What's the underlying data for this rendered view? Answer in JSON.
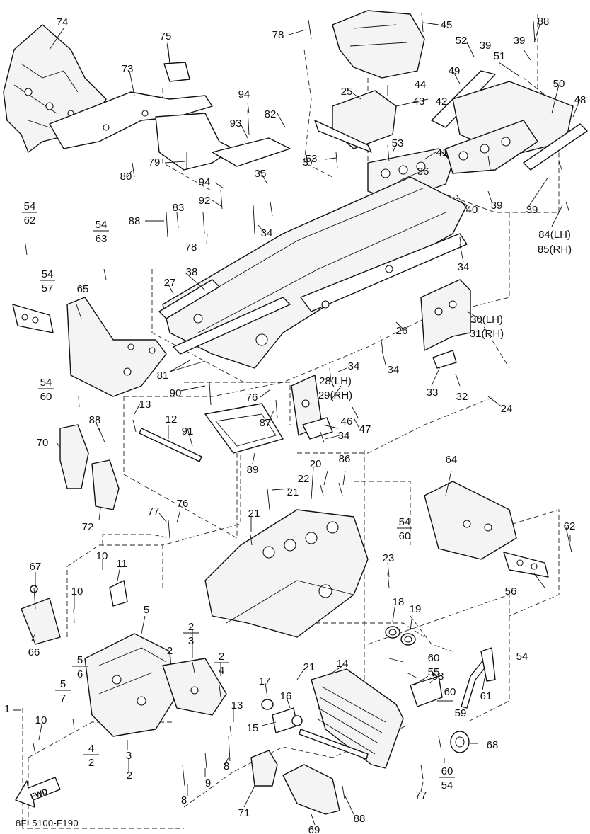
{
  "diagram_id": "8FL5100-F190",
  "fwd_label": "FWD",
  "callouts": [
    {
      "id": "c74",
      "text": "74"
    },
    {
      "id": "c75",
      "text": "75"
    },
    {
      "id": "c73",
      "text": "73"
    },
    {
      "id": "c78a",
      "text": "78"
    },
    {
      "id": "c45",
      "text": "45"
    },
    {
      "id": "c88a",
      "text": "88"
    },
    {
      "id": "c39a",
      "text": "39"
    },
    {
      "id": "c39b",
      "text": "39"
    },
    {
      "id": "c52",
      "text": "52"
    },
    {
      "id": "c51",
      "text": "51"
    },
    {
      "id": "c49",
      "text": "49"
    },
    {
      "id": "c50",
      "text": "50"
    },
    {
      "id": "c48",
      "text": "48"
    },
    {
      "id": "c25",
      "text": "25"
    },
    {
      "id": "c44",
      "text": "44"
    },
    {
      "id": "c43",
      "text": "43"
    },
    {
      "id": "c42",
      "text": "42"
    },
    {
      "id": "c94a",
      "text": "94"
    },
    {
      "id": "c82",
      "text": "82"
    },
    {
      "id": "c93",
      "text": "93"
    },
    {
      "id": "c80",
      "text": "80"
    },
    {
      "id": "c79",
      "text": "79"
    },
    {
      "id": "c53a",
      "text": "53"
    },
    {
      "id": "c53b",
      "text": "53"
    },
    {
      "id": "c41",
      "text": "41"
    },
    {
      "id": "c37",
      "text": "37"
    },
    {
      "id": "c36",
      "text": "36"
    },
    {
      "id": "c40",
      "text": "40"
    },
    {
      "id": "c39c",
      "text": "39"
    },
    {
      "id": "c39d",
      "text": "39"
    },
    {
      "id": "c84",
      "text": "84(LH)"
    },
    {
      "id": "c85",
      "text": "85(RH)"
    },
    {
      "id": "c35",
      "text": "35"
    },
    {
      "id": "c94b",
      "text": "94"
    },
    {
      "id": "c92",
      "text": "92"
    },
    {
      "id": "c34a",
      "text": "34"
    },
    {
      "id": "c88b",
      "text": "88"
    },
    {
      "id": "c83",
      "text": "83"
    },
    {
      "id": "c78b",
      "text": "78"
    },
    {
      "id": "c34b",
      "text": "34"
    },
    {
      "id": "c38",
      "text": "38"
    },
    {
      "id": "c27",
      "text": "27"
    },
    {
      "id": "c30",
      "text": "30(LH)"
    },
    {
      "id": "c31",
      "text": "31(RH)"
    },
    {
      "id": "c26",
      "text": "26"
    },
    {
      "id": "c65",
      "text": "65"
    },
    {
      "id": "c81",
      "text": "81"
    },
    {
      "id": "c34c",
      "text": "34"
    },
    {
      "id": "c34d",
      "text": "34"
    },
    {
      "id": "c33",
      "text": "33"
    },
    {
      "id": "c32",
      "text": "32"
    },
    {
      "id": "c28",
      "text": "28(LH)"
    },
    {
      "id": "c29",
      "text": "29(RH)"
    },
    {
      "id": "c90",
      "text": "90"
    },
    {
      "id": "c76a",
      "text": "76"
    },
    {
      "id": "c87",
      "text": "87"
    },
    {
      "id": "c47",
      "text": "47"
    },
    {
      "id": "c46",
      "text": "46"
    },
    {
      "id": "c34e",
      "text": "34"
    },
    {
      "id": "c24",
      "text": "24"
    },
    {
      "id": "c13a",
      "text": "13"
    },
    {
      "id": "c12",
      "text": "12"
    },
    {
      "id": "c91",
      "text": "91"
    },
    {
      "id": "c88c",
      "text": "88"
    },
    {
      "id": "c70",
      "text": "70"
    },
    {
      "id": "c89",
      "text": "89"
    },
    {
      "id": "c72",
      "text": "72"
    },
    {
      "id": "c20",
      "text": "20"
    },
    {
      "id": "c86",
      "text": "86"
    },
    {
      "id": "c22",
      "text": "22"
    },
    {
      "id": "c21a",
      "text": "21"
    },
    {
      "id": "c64",
      "text": "64"
    },
    {
      "id": "c77a",
      "text": "77"
    },
    {
      "id": "c76b",
      "text": "76"
    },
    {
      "id": "c21b",
      "text": "21"
    },
    {
      "id": "c62b",
      "text": "62"
    },
    {
      "id": "c23",
      "text": "23"
    },
    {
      "id": "c10a",
      "text": "10"
    },
    {
      "id": "c11",
      "text": "11"
    },
    {
      "id": "c67",
      "text": "67"
    },
    {
      "id": "c56",
      "text": "56"
    },
    {
      "id": "c10b",
      "text": "10"
    },
    {
      "id": "c18",
      "text": "18"
    },
    {
      "id": "c19",
      "text": "19"
    },
    {
      "id": "c5a",
      "text": "5"
    },
    {
      "id": "c66",
      "text": "66"
    },
    {
      "id": "c2a",
      "text": "2"
    },
    {
      "id": "c54r",
      "text": "54"
    },
    {
      "id": "c60c",
      "text": "60"
    },
    {
      "id": "c55",
      "text": "55"
    },
    {
      "id": "c21c",
      "text": "21"
    },
    {
      "id": "c14",
      "text": "14"
    },
    {
      "id": "c58",
      "text": "58"
    },
    {
      "id": "c60d",
      "text": "60"
    },
    {
      "id": "c59",
      "text": "59"
    },
    {
      "id": "c61",
      "text": "61"
    },
    {
      "id": "c17",
      "text": "17"
    },
    {
      "id": "c16",
      "text": "16"
    },
    {
      "id": "c13b",
      "text": "13"
    },
    {
      "id": "c1",
      "text": "1"
    },
    {
      "id": "c10c",
      "text": "10"
    },
    {
      "id": "c15",
      "text": "15"
    },
    {
      "id": "c68",
      "text": "68"
    },
    {
      "id": "c3",
      "text": "3"
    },
    {
      "id": "c8a",
      "text": "8"
    },
    {
      "id": "c2b",
      "text": "2"
    },
    {
      "id": "c9",
      "text": "9"
    },
    {
      "id": "c8b",
      "text": "8"
    },
    {
      "id": "c77b",
      "text": "77"
    },
    {
      "id": "c71",
      "text": "71"
    },
    {
      "id": "c88d",
      "text": "88"
    },
    {
      "id": "c69",
      "text": "69"
    }
  ],
  "fractions": [
    {
      "id": "f54_62",
      "top": "54",
      "bottom": "62"
    },
    {
      "id": "f54_63",
      "top": "54",
      "bottom": "63"
    },
    {
      "id": "f54_57",
      "top": "54",
      "bottom": "57"
    },
    {
      "id": "f54_60a",
      "top": "54",
      "bottom": "60"
    },
    {
      "id": "f54_60b",
      "top": "54",
      "bottom": "60"
    },
    {
      "id": "f2_3",
      "top": "2",
      "bottom": "3"
    },
    {
      "id": "f2_4",
      "top": "2",
      "bottom": "4"
    },
    {
      "id": "f5_6",
      "top": "5",
      "bottom": "6"
    },
    {
      "id": "f5_7",
      "top": "5",
      "bottom": "7"
    },
    {
      "id": "f4_2",
      "top": "4",
      "bottom": "2"
    },
    {
      "id": "f60_54",
      "top": "60",
      "bottom": "54"
    }
  ]
}
